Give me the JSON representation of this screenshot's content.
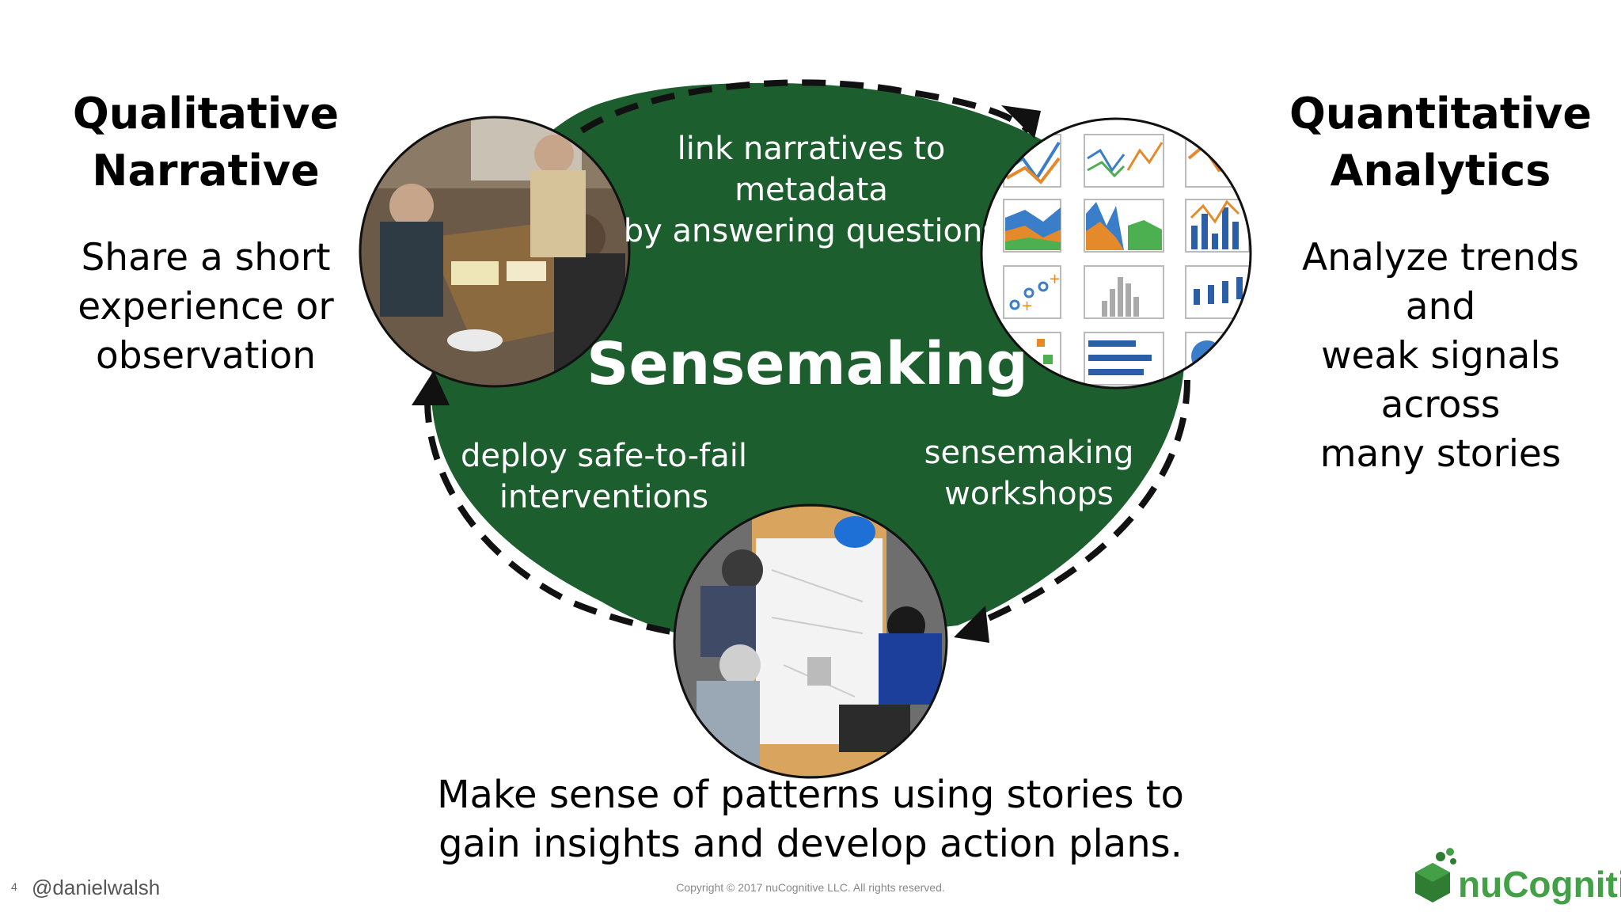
{
  "left": {
    "title_line1": "Qualitative",
    "title_line2": "Narrative",
    "desc_line1": "Share a short",
    "desc_line2": "experience or",
    "desc_line3": "observation"
  },
  "right": {
    "title_line1": "Quantitative",
    "title_line2": "Analytics",
    "desc_line1": "Analyze trends and",
    "desc_line2": "weak signals across",
    "desc_line3": "many stories"
  },
  "cycle": {
    "center": "Sensemaking",
    "top_line1": "link narratives to metadata",
    "top_line2": "by answering questions",
    "left_line1": "deploy safe-to-fail",
    "left_line2": "interventions",
    "right_line1": "sensemaking",
    "right_line2": "workshops"
  },
  "bottom": {
    "line1": "Make sense of patterns using stories to",
    "line2": "gain insights and develop action plans."
  },
  "footer": {
    "slide_number": "4",
    "handle": "@danielwalsh",
    "copyright": "Copyright © 2017 nuCognitive LLC. All rights reserved.",
    "brand": "nuCognitive"
  },
  "colors": {
    "blob": "#1d5e2e",
    "brand_green": "#43a047"
  }
}
